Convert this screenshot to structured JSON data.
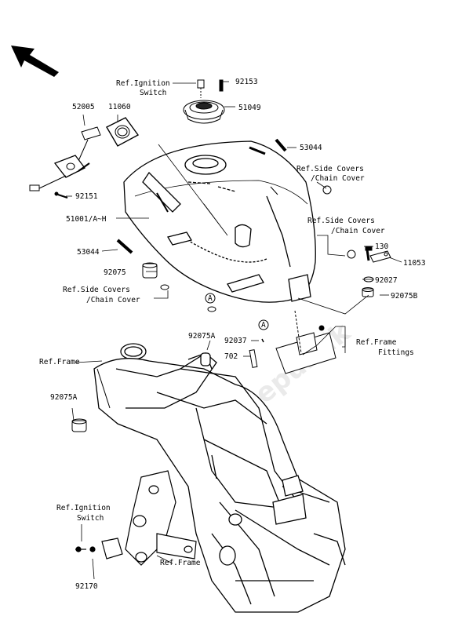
{
  "watermark": "PartsRepublik",
  "labels": {
    "ref_ignition_switch_top": [
      "Ref.Ignition",
      "Switch"
    ],
    "p92153": "92153",
    "p51049": "51049",
    "p52005": "52005",
    "p11060": "11060",
    "p53044_top": "53044",
    "ref_side_covers_1": [
      "Ref.Side Covers",
      "/Chain Cover"
    ],
    "p92151": "92151",
    "p51001": "51001/A~H",
    "ref_side_covers_2": [
      "Ref.Side Covers",
      "/Chain Cover"
    ],
    "p130": "130",
    "p11053": "11053",
    "p53044_left": "53044",
    "p92075": "92075",
    "p92027": "92027",
    "ref_side_covers_3": [
      "Ref.Side Covers",
      "/Chain Cover"
    ],
    "p92075B": "92075B",
    "marker_a1": "A",
    "p92075A_top": "92075A",
    "marker_a2": "A",
    "ref_frame_fittings": [
      "Ref.Frame",
      "Fittings"
    ],
    "p92037": "92037",
    "p702": "702",
    "ref_frame_left": "Ref.Frame",
    "p92075A_left": "92075A",
    "ref_ignition_switch_bottom": [
      "Ref.Ignition",
      "Switch"
    ],
    "ref_frame_bottom": "Ref.Frame",
    "p92170": "92170"
  }
}
